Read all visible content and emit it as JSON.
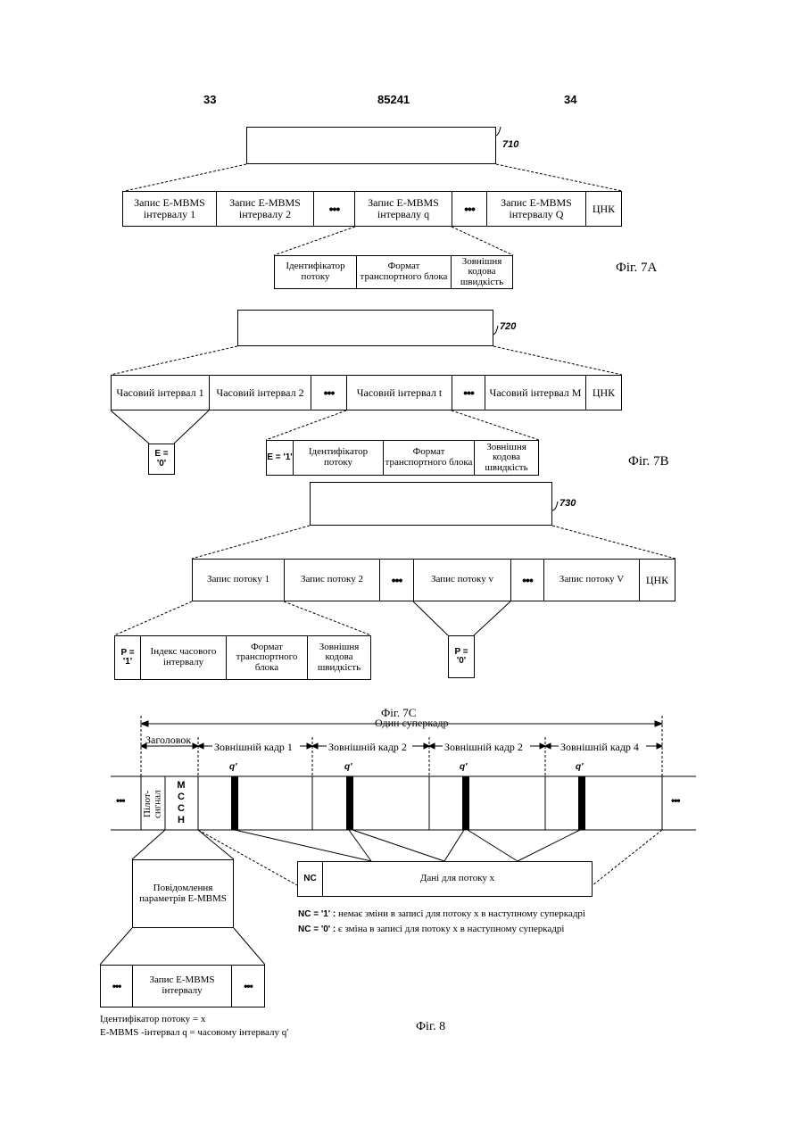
{
  "header": {
    "left_page": "33",
    "center_number": "85241",
    "right_page": "34"
  },
  "fig7a": {
    "ref": "710",
    "cells": [
      "Запис E-MBMS інтервалу 1",
      "Запис E-MBMS інтервалу 2",
      "•••",
      "Запис E-MBMS інтервалу q",
      "•••",
      "Запис E-MBMS інтервалу Q",
      "ЦНК"
    ],
    "sub": [
      "Ідентифікатор потоку",
      "Формат транспортного блока",
      "Зовнішня кодова швидкість"
    ],
    "caption": "Фіг. 7А"
  },
  "fig7b": {
    "ref": "720",
    "cells": [
      "Часовий інтервал 1",
      "Часовий інтервал 2",
      "•••",
      "Часовий інтервал t",
      "•••",
      "Часовий інтервал М",
      "ЦНК"
    ],
    "e0": "E = '0'",
    "e1": "E = '1'",
    "sub": [
      "Ідентифікатор потоку",
      "Формат транспортного блока",
      "Зовнішня кодова швидкість"
    ],
    "caption": "Фіг. 7В"
  },
  "fig7c": {
    "ref": "730",
    "cells": [
      "Запис потоку 1",
      "Запис потоку 2",
      "•••",
      "Запис потоку v",
      "•••",
      "Запис потоку V",
      "ЦНК"
    ],
    "p1": "P = '1'",
    "p0": "P = '0'",
    "sub": [
      "Індекс часового інтервалу",
      "Формат транспортного блока",
      "Зовнішня кодова швидкість"
    ],
    "caption": "Фіг. 7С"
  },
  "fig8": {
    "superframe": "Один суперкадр",
    "header_label": "Заголовок",
    "frames": [
      "Зовнішній кадр 1",
      "Зовнішній кадр 2",
      "Зовнішній кадр 2",
      "Зовнішній кадр 4"
    ],
    "q_marks": [
      "q'",
      "q'",
      "q'",
      "q'"
    ],
    "pilot": "Пілот-сигнал",
    "mcch": [
      "M",
      "C",
      "C",
      "H"
    ],
    "dots": "•••",
    "message": "Повідомлення параметрів E-MBMS",
    "nc": "NC",
    "data_label": "Дані для потоку х",
    "nc1_key": "NC = '1' :",
    "nc1_text": "немає зміни в записі для потоку х в наступному суперкадрі",
    "nc0_key": "NC = '0' :",
    "nc0_text": "є зміна в записі для потоку х в наступному суперкадрі",
    "record": "Запис E-MBMS інтервалу",
    "footnote1": "Ідентифікатор потоку = x",
    "footnote2": "E-MBMS -інтервал q = часовому інтервалу q'",
    "caption": "Фіг. 8"
  }
}
